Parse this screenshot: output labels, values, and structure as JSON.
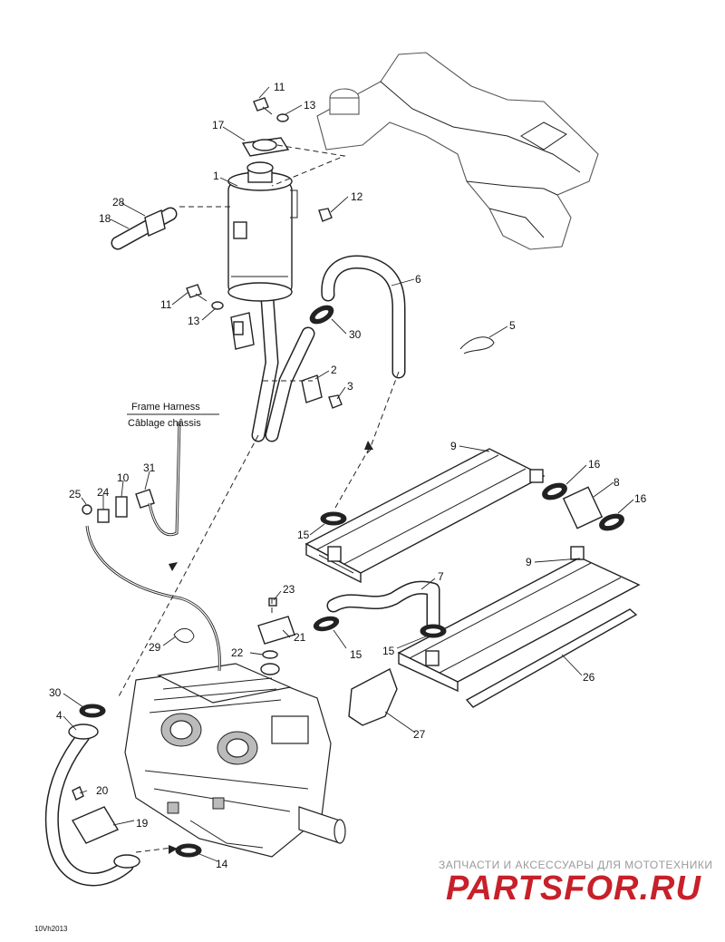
{
  "figure": {
    "code": "10Vh2013",
    "harness_label_en": "Frame Harness",
    "harness_label_fr": "Câblage châssis"
  },
  "watermark": {
    "tagline": "ЗАПЧАСТИ И АКСЕССУАРЫ ДЛЯ МОТОТЕХНИКИ",
    "logo": "PARTSFOR.RU"
  },
  "callouts": {
    "c1": "1",
    "c2": "2",
    "c3": "3",
    "c4": "4",
    "c5": "5",
    "c6": "6",
    "c7": "7",
    "c8": "8",
    "c9a": "9",
    "c9b": "9",
    "c10": "10",
    "c11a": "11",
    "c11b": "11",
    "c12": "12",
    "c13a": "13",
    "c13b": "13",
    "c14": "14",
    "c15a": "15",
    "c15b": "15",
    "c15c": "15",
    "c16a": "16",
    "c16b": "16",
    "c17": "17",
    "c18": "18",
    "c19": "19",
    "c20": "20",
    "c21": "21",
    "c22": "22",
    "c23": "23",
    "c24": "24",
    "c25": "25",
    "c26": "26",
    "c27": "27",
    "c28": "28",
    "c29": "29",
    "c30a": "30",
    "c30b": "30",
    "c31": "31"
  },
  "icons": {
    "reservoir": "coolant-reservoir-icon",
    "radiator": "radiator-heat-exchanger-icon",
    "engine": "engine-block-icon",
    "clamp": "hose-clamp-icon"
  }
}
